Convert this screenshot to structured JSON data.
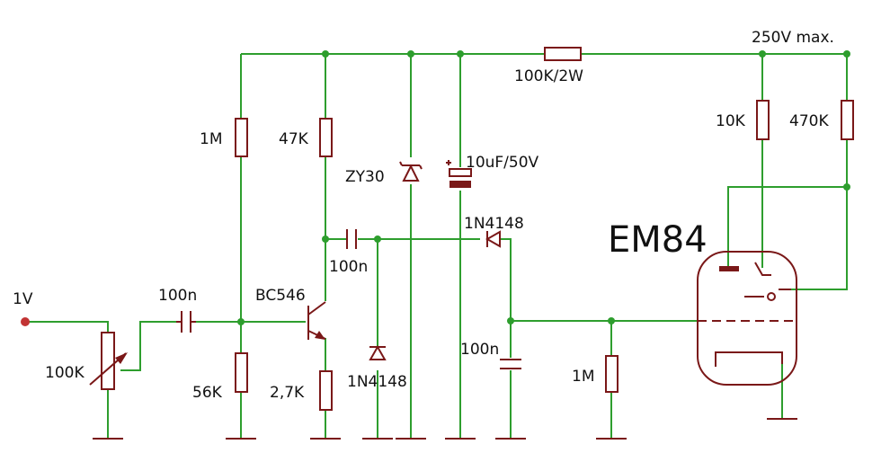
{
  "schematic": {
    "tube_label": "EM84",
    "supply": "250V max.",
    "input": "1V",
    "components": {
      "r_pot": "100K",
      "c_in": "100n",
      "r_1m_bias": "1M",
      "r_56k": "56K",
      "q1": "BC546",
      "r_47k": "47K",
      "r_2k7": "2,7K",
      "c_couple": "100n",
      "d_zener": "ZY30",
      "d_bottom": "1N4148",
      "c_elko": "10uF/50V",
      "r_drop": "100K/2W",
      "d_series": "1N4148",
      "c_smooth": "100n",
      "r_1m_grid": "1M",
      "r_10k": "10K",
      "r_470k": "470K"
    }
  }
}
